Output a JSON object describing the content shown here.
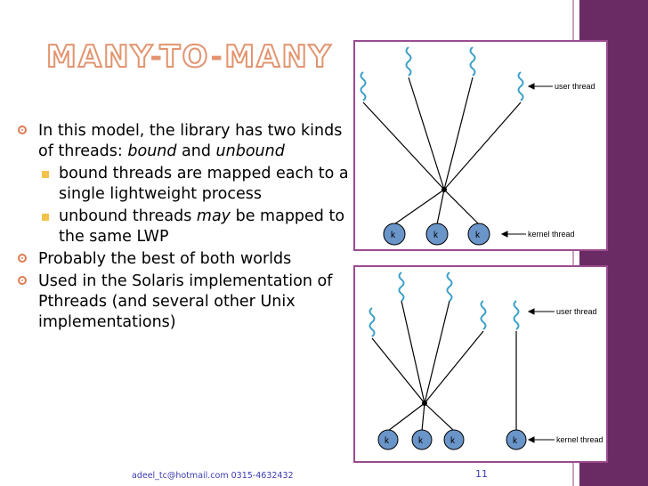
{
  "slide": {
    "title_parts": [
      "MANY",
      "-",
      "TO",
      "-",
      "MANY"
    ],
    "bullets": [
      {
        "level": 1,
        "parts": [
          {
            "t": "In this model, the library has two kinds of threads: "
          },
          {
            "t": "bound",
            "i": true
          },
          {
            "t": " and "
          },
          {
            "t": "unbound",
            "i": true
          }
        ]
      },
      {
        "level": 2,
        "parts": [
          {
            "t": "bound threads are mapped each to a single lightweight process"
          }
        ]
      },
      {
        "level": 2,
        "parts": [
          {
            "t": "unbound threads "
          },
          {
            "t": "may",
            "i": true
          },
          {
            "t": " be mapped to the same LWP"
          }
        ]
      },
      {
        "level": 1,
        "parts": [
          {
            "t": "Probably the best of both worlds"
          }
        ]
      },
      {
        "level": 1,
        "parts": [
          {
            "t": "Used in the Solaris implementation of Pthreads (and several other Unix implementations)"
          }
        ]
      }
    ],
    "footer": "adeel_tc@hotmail.com  0315-4632432",
    "page_number": "11"
  },
  "diagram_top": {
    "user_label": "user thread",
    "kernel_label": "kernel thread",
    "kernel_glyph": "k"
  },
  "diagram_bottom": {
    "user_label": "user thread",
    "kernel_label": "kernel thread",
    "kernel_glyph": "k"
  },
  "colors": {
    "accent": "#e07b53",
    "bullet_sub": "#f3c24b",
    "strip": "#6a2a63",
    "diagram_border": "#9b4b8f",
    "circle_fill": "#6a95c9",
    "wave": "#3aa0c8"
  }
}
